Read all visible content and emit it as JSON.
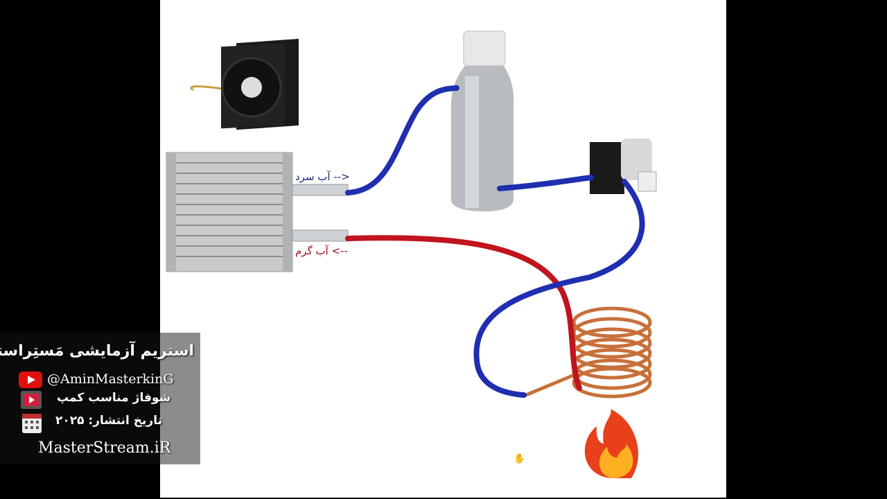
{
  "diagram": {
    "cold_label": "<-- آب سرد",
    "hot_label": "--> آب گرم",
    "colors": {
      "cold_pipe": "#1f2fb0",
      "hot_pipe": "#c0141e",
      "copper": "#c8703a"
    }
  },
  "overlay": {
    "title": "استریم آزمایشی مَستِراستریم",
    "youtube_handle": "@AminMasterkinG",
    "subtitle": "شوفاژ مناسب کمپ",
    "publish_date": "تاریخ انتشار: ۲۰۲۵",
    "website": "MasterStream.iR",
    "icons": [
      "youtube-icon",
      "video-icon",
      "calendar-icon"
    ]
  },
  "cursor": {
    "icon": "hand-cursor-icon"
  }
}
